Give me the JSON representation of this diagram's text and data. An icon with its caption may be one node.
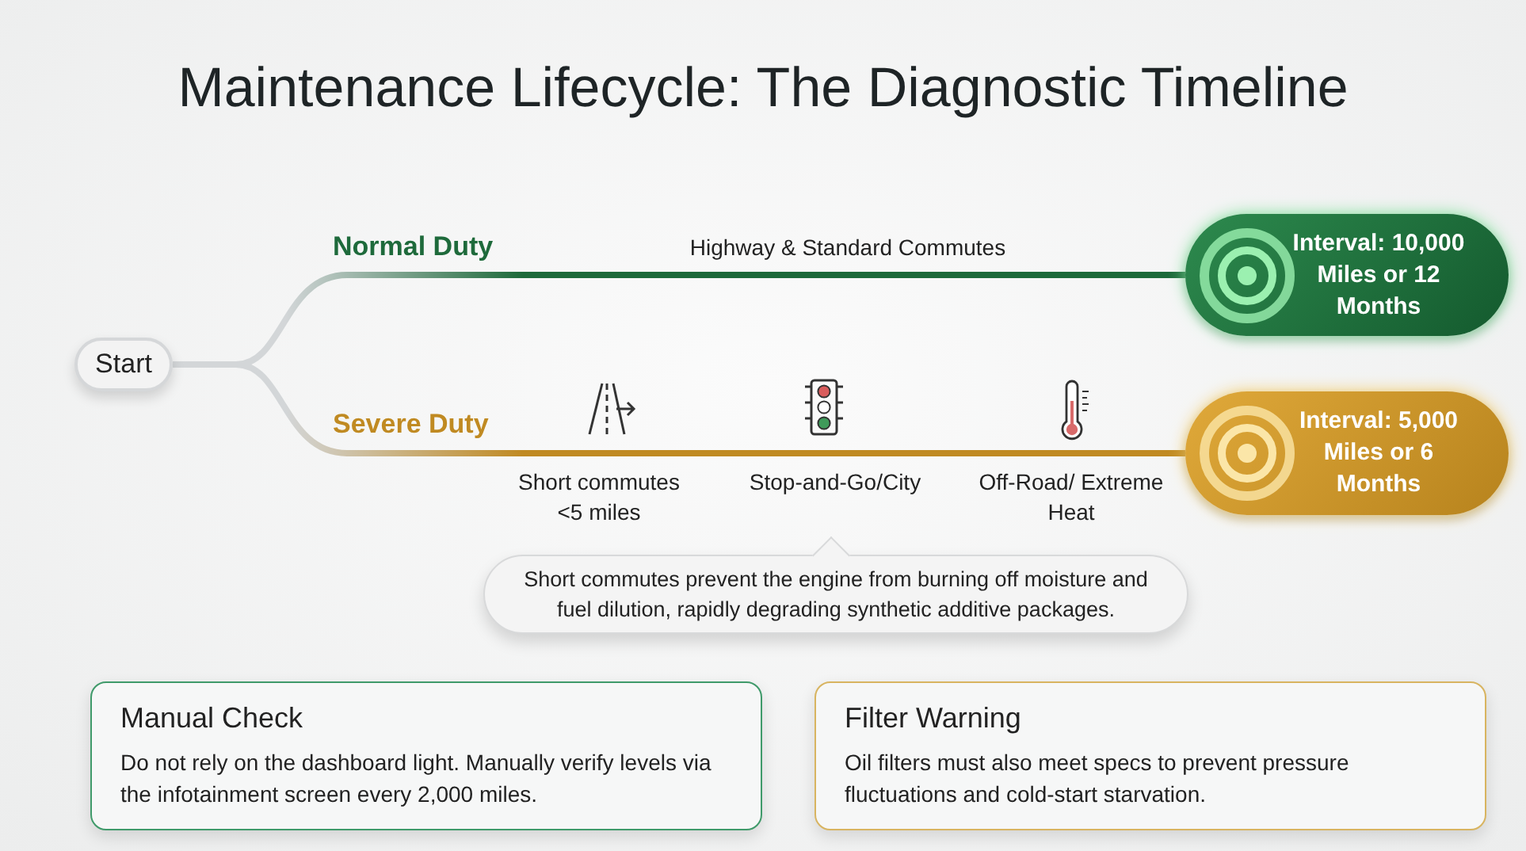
{
  "diagram": {
    "title": "Maintenance Lifecycle: The Diagnostic Timeline",
    "nodes": [
      {
        "text": [
          "Start"
        ]
      },
      {
        "text": [
          "Interval: 10,000 Miles or 12 Months"
        ]
      },
      {
        "text": [
          "Interval: 5,000 Miles or 6 Months"
        ]
      },
      {
        "text": [
          "Short commutes prevent the engine from burning off moisture and fuel dilution, rapidly degrading synthetic additive packages."
        ]
      },
      {
        "text": [
          "Manual Check",
          "Do not rely on the dashboard light. Manually verify levels via the infotainment screen every 2,000 miles."
        ]
      },
      {
        "text": [
          "Filter Warning",
          "Oil filters must also meet specs to prevent pressure fluctuations and cold-start starvation."
        ]
      }
    ],
    "edges": [
      {
        "from": 0,
        "to": 1,
        "arrow": "none",
        "label": "Normal Duty",
        "color": "#1e6a3b"
      },
      {
        "from": 0,
        "to": 2,
        "arrow": "none",
        "label": "Severe Duty",
        "color": "#c08a22"
      }
    ],
    "labels": [
      "Highway & Standard Commutes",
      "Short commutes <5 miles",
      "Stop-and-Go/City",
      "Off-Road/ Extreme Heat"
    ]
  }
}
